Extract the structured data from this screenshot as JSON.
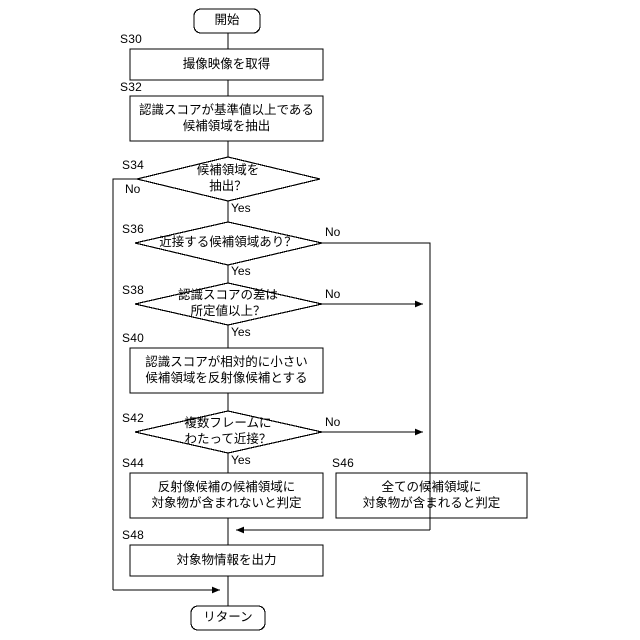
{
  "diagram": {
    "type": "flowchart",
    "title": "",
    "language": "ja",
    "colors": {
      "background": "#ffffff",
      "stroke": "#000000",
      "text": "#000000"
    }
  },
  "terminals": {
    "start": {
      "label": "開始"
    },
    "end": {
      "label": "リターン"
    }
  },
  "steps": [
    {
      "tag": "S30",
      "label": "撮像映像を取得",
      "shape": "process"
    },
    {
      "tag": "S32",
      "label": "認識スコアが基準値以上である\n候補領域を抽出",
      "shape": "process"
    },
    {
      "tag": "S34",
      "label": "候補領域を\n抽出？",
      "shape": "decision"
    },
    {
      "tag": "S36",
      "label": "近接する候補領域あり？",
      "shape": "decision"
    },
    {
      "tag": "S38",
      "label": "認識スコアの差は\n所定値以上？",
      "shape": "decision"
    },
    {
      "tag": "S40",
      "label": "認識スコアが相対的に小さい\n候補領域を反射像候補とする",
      "shape": "process"
    },
    {
      "tag": "S42",
      "label": "複数フレームに\nわたって近接？",
      "shape": "decision"
    },
    {
      "tag": "S44",
      "label": "反射像候補の候補領域に\n対象物が含まれないと判定",
      "shape": "process"
    },
    {
      "tag": "S46",
      "label": "全ての候補領域に\n対象物が含まれると判定",
      "shape": "process"
    },
    {
      "tag": "S48",
      "label": "対象物情報を出力",
      "shape": "process"
    }
  ],
  "edge_labels": {
    "s34_no": "No",
    "s34_yes": "Yes",
    "s36_no": "No",
    "s36_yes": "Yes",
    "s38_no": "No",
    "s38_yes": "Yes",
    "s42_no": "No",
    "s42_yes": "Yes"
  }
}
